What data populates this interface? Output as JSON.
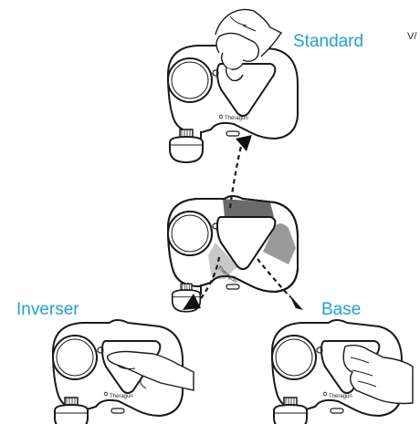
{
  "labels": {
    "standard": "Standard",
    "inverser": "Inverser",
    "base": "Base",
    "cropped_text": "V/"
  },
  "brand_text": "Theragun",
  "colors": {
    "accent": "#1ea0d8",
    "outline": "#1a1a1a",
    "dark_zone": "#666666",
    "mid_zone": "#9a9a9a",
    "light_zone": "#c8c8c8"
  }
}
